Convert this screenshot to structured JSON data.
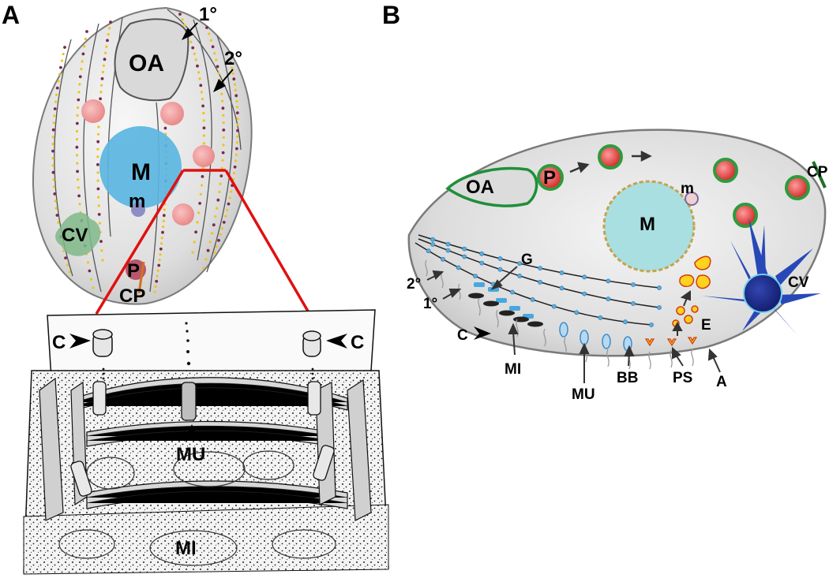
{
  "panels": {
    "a": {
      "letter": "A",
      "labels": {
        "primary": "1°",
        "secondary": "2°",
        "oral_apparatus": "OA",
        "macronucleus": "M",
        "micronucleus": "m",
        "contractile_vacuole": "CV",
        "phagosome": "P",
        "cytoproct": "CP"
      },
      "inset_labels": {
        "cilium_left": "C",
        "cilium_right": "C",
        "mucocyst": "MU",
        "mitochondrion": "MI"
      }
    },
    "b": {
      "letter": "B",
      "labels": {
        "oral_apparatus": "OA",
        "phagosome": "P",
        "cytoproct": "CP",
        "micronucleus": "m",
        "macronucleus": "M",
        "contractile_vacuole": "CV",
        "glycocalyx": "G",
        "secondary": "2°",
        "primary": "1°",
        "cilium": "C",
        "mitochondrion": "MI",
        "endosome": "E",
        "mucocyst": "MU",
        "basal_body": "BB",
        "parasomal_sac": "PS",
        "alveoli": "A"
      }
    }
  },
  "colors": {
    "cell_fill": "#e2e2e2",
    "macronucleus_a": "#5bb5e0",
    "micronucleus": "#8e8ec6",
    "phagosome_pink": "#f0a0a0",
    "contractile_vacuole_a": "#7fb98a",
    "zoom_line": "#e01010",
    "oa_outline_b": "#1f8f3a",
    "macronucleus_b": "#a9dfe0",
    "cv_b": "#1e2a8c",
    "cv_rays": "#2848b8",
    "basal_body": "#5aaedc",
    "endosome": "#ffd21e"
  }
}
